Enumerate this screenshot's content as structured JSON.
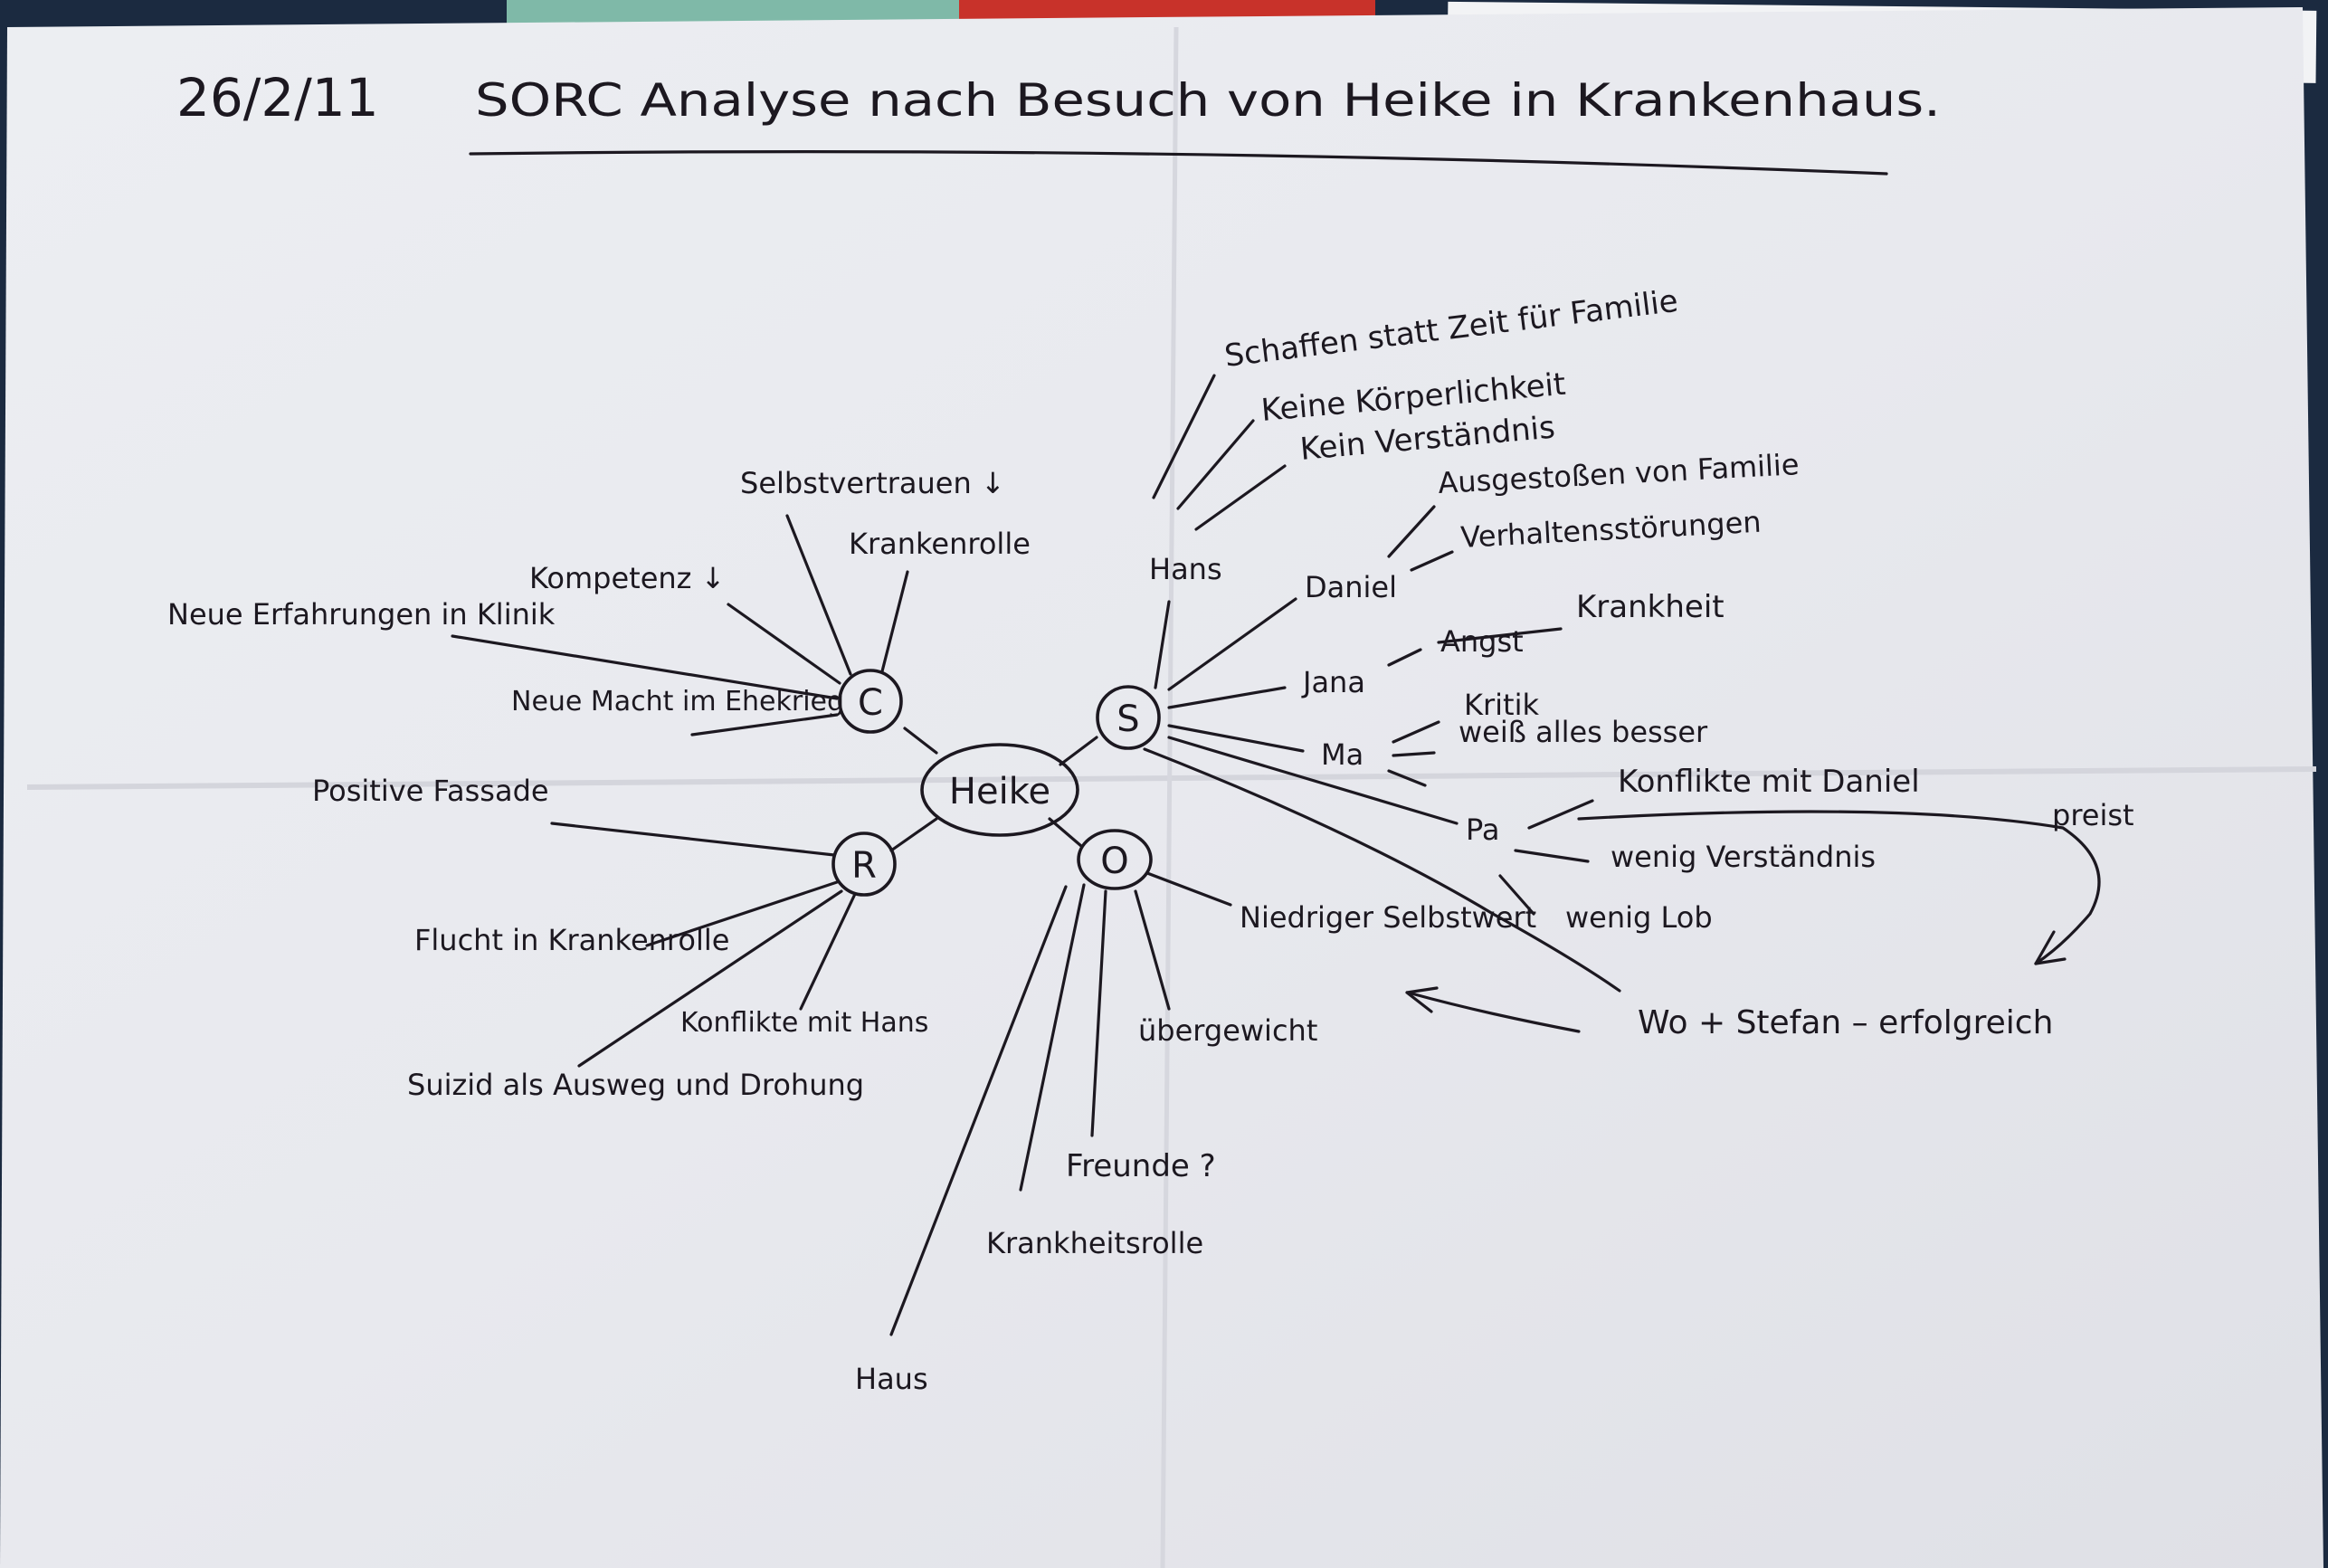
{
  "header": {
    "date": "26/2/11",
    "title": "SORC Analyse nach Besuch von Heike in Krankenhaus."
  },
  "center": {
    "label": "Heike"
  },
  "nodes": {
    "c": {
      "letter": "C"
    },
    "s": {
      "letter": "S"
    },
    "r": {
      "letter": "R"
    },
    "o": {
      "letter": "O"
    }
  },
  "c_branches": [
    "Selbstvertrauen ↓",
    "Krankenrolle",
    "Kompetenz ↓",
    "Neue Erfahrungen in Klinik",
    "Neue Macht im Ehekrieg"
  ],
  "s_branches": {
    "hans": "Hans",
    "hans_items": [
      "Schaffen statt Zeit für Familie",
      "Keine Körperlichkeit",
      "Kein Verständnis"
    ],
    "daniel": "Daniel",
    "daniel_items": [
      "Ausgestoßen von Familie",
      "Verhaltensstörungen"
    ],
    "jana": "Jana",
    "jana_struck": "Angst",
    "jana_item": "Krankheit",
    "ma": "Ma",
    "ma_items": [
      "Kritik",
      "weiß alles besser"
    ],
    "pa": "Pa",
    "pa_items": [
      "Konflikte mit Daniel",
      "wenig Verständnis",
      "wenig Lob"
    ],
    "preist": "preist",
    "wo_stefan": "Wo + Stefan – erfolgreich"
  },
  "r_branches": [
    "Positive Fassade",
    "Flucht in Krankenrolle",
    "Konflikte mit Hans",
    "Suizid als Ausweg und Drohung"
  ],
  "o_branches": [
    "Niedriger Selbstwert",
    "übergewicht",
    "Freunde ?",
    "Krankheitsrolle",
    "Haus"
  ],
  "colors": {
    "paper": "#e9eaee",
    "ink": "#1c1820",
    "background_top_red": "#c8322a",
    "background_top_teal": "#7fb9a8",
    "background_dark": "#1b2a40"
  }
}
